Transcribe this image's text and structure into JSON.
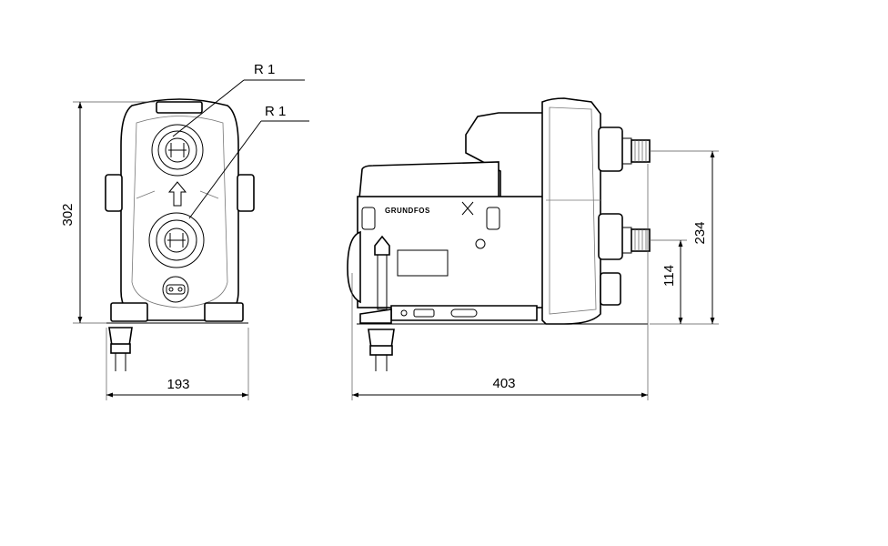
{
  "front_view": {
    "thread_top_label": "R 1",
    "thread_bottom_label": "R 1",
    "height_label": "302",
    "width_label": "193"
  },
  "side_view": {
    "brand_label": "GRUNDFOS",
    "length_label": "403",
    "outlet_height_label": "234",
    "inlet_height_label": "114"
  }
}
